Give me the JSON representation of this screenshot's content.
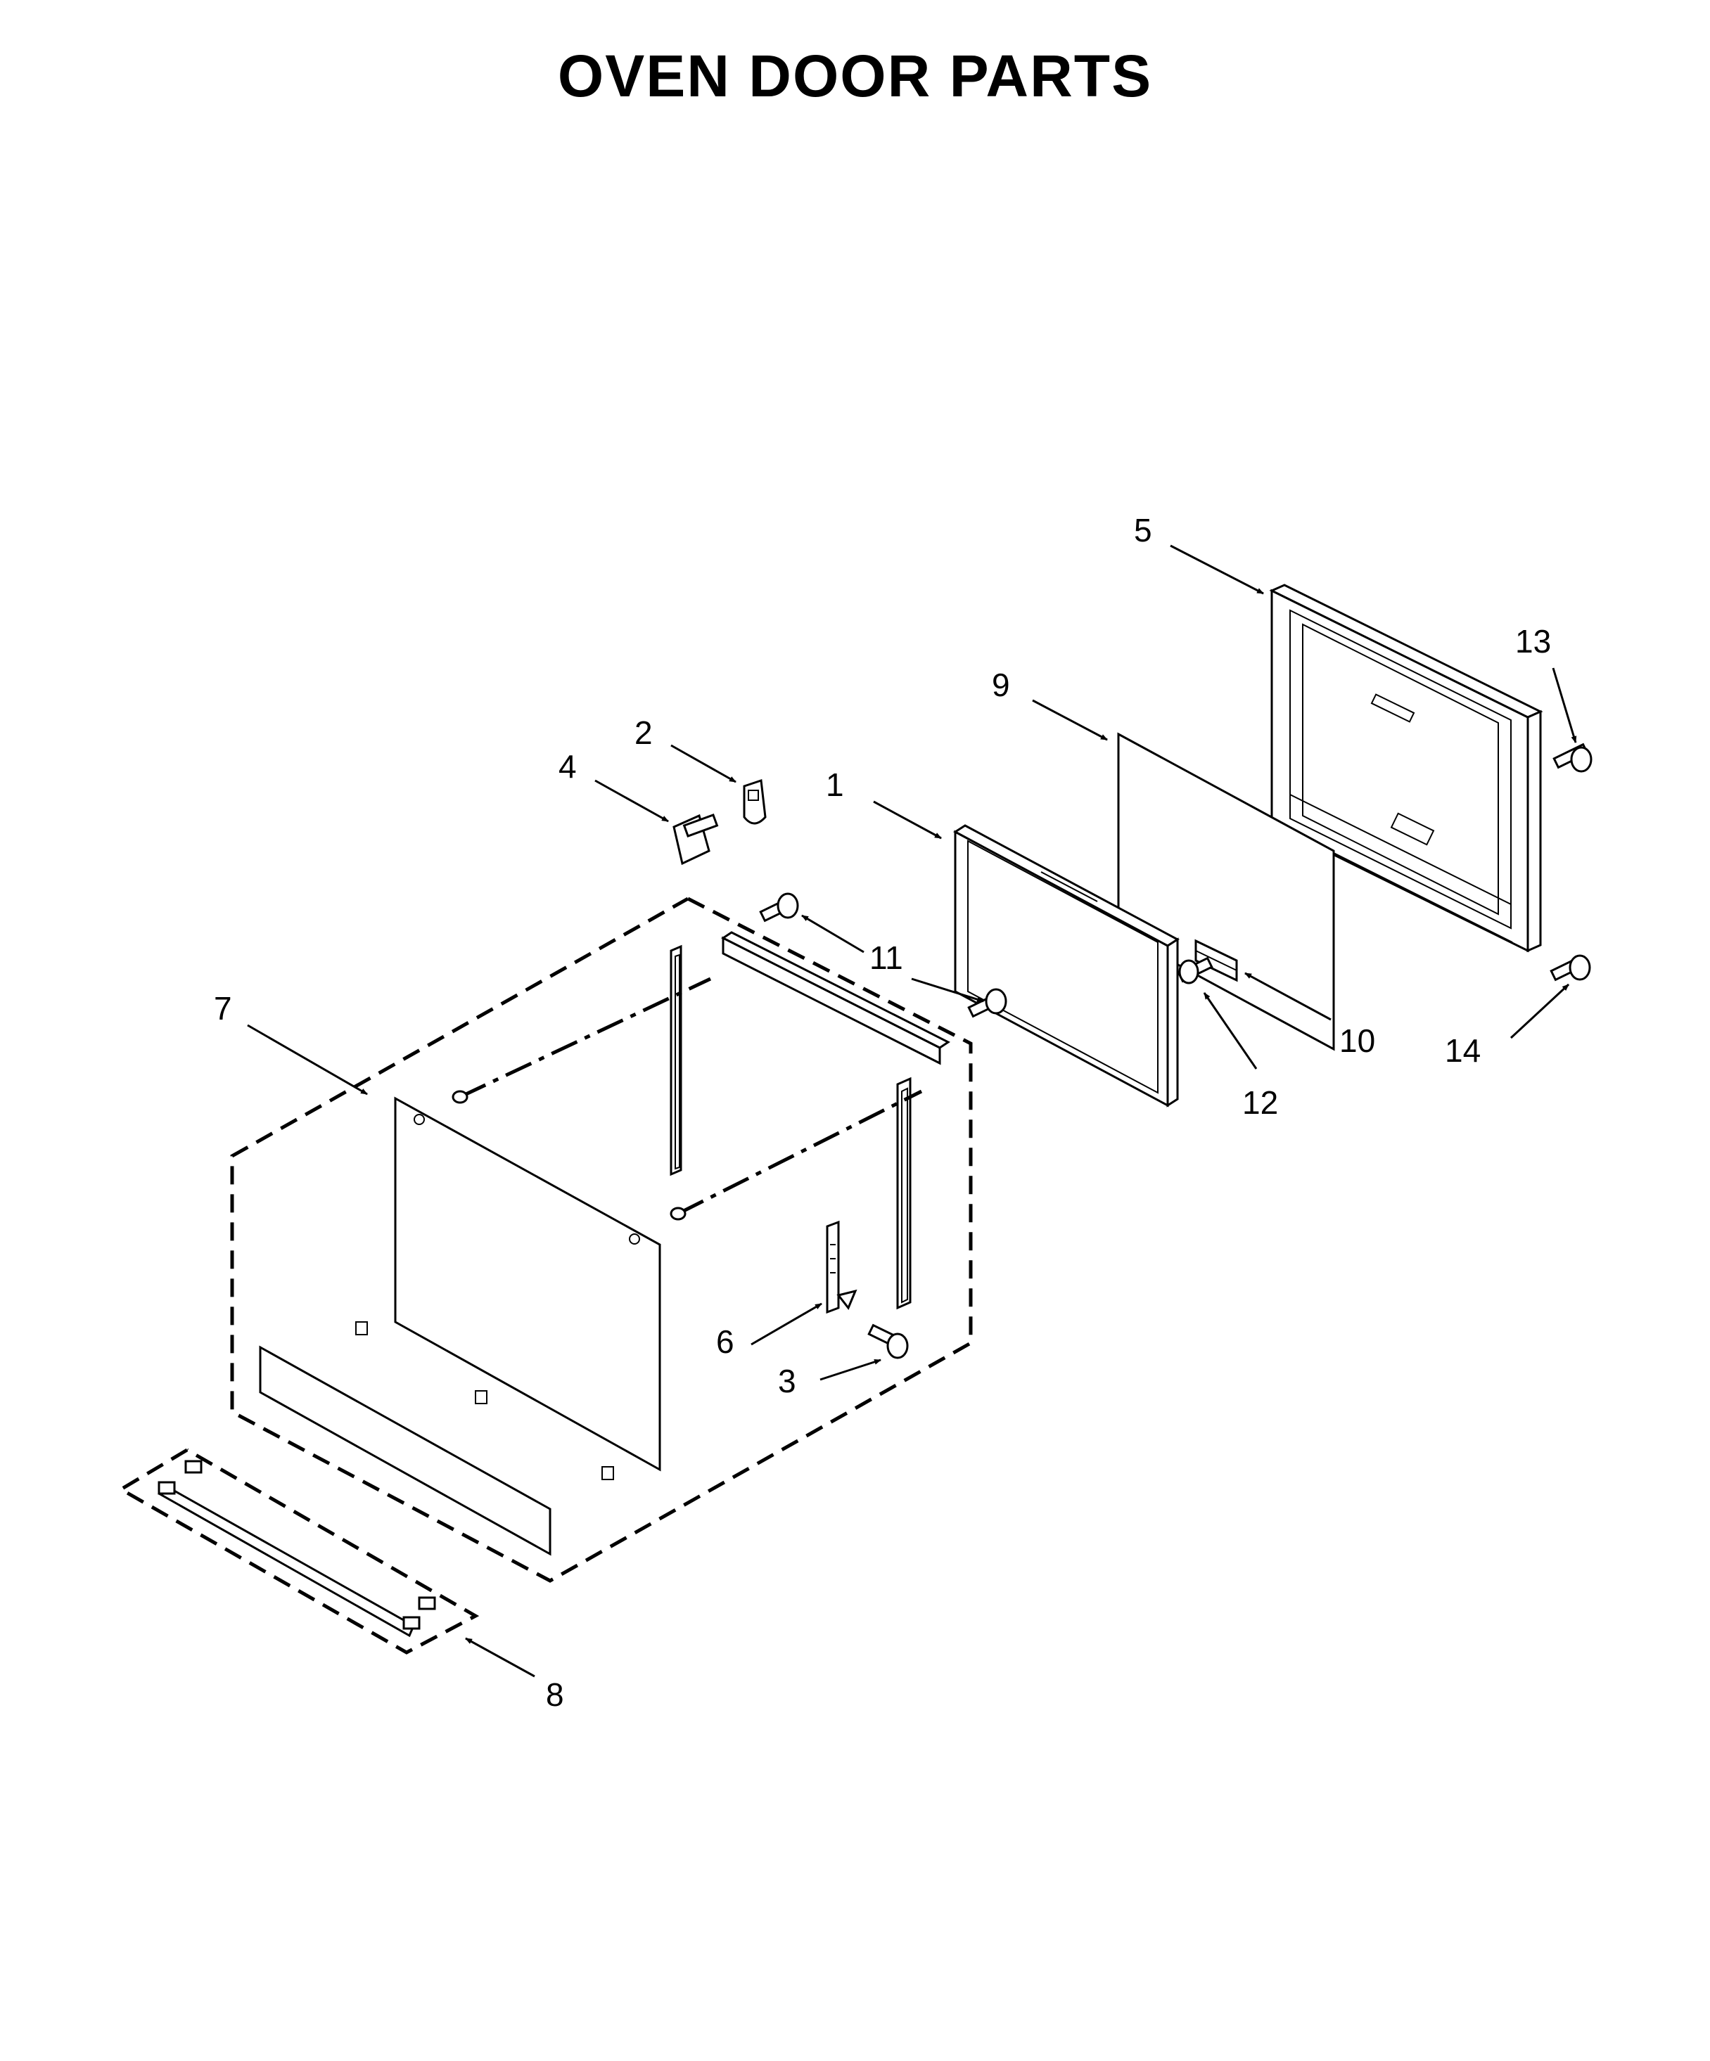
{
  "title": "OVEN DOOR PARTS",
  "callouts": {
    "c1": "1",
    "c2": "2",
    "c3": "3",
    "c4": "4",
    "c5": "5",
    "c6": "6",
    "c7": "7",
    "c8": "8",
    "c9": "9",
    "c10": "10",
    "c11": "11",
    "c12": "12",
    "c13": "13",
    "c14": "14"
  }
}
